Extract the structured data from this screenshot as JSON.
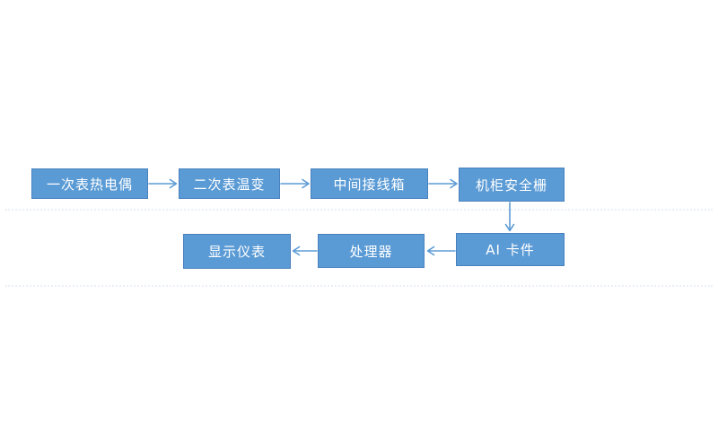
{
  "diagram": {
    "title": "instrument-signal-flowchart",
    "colors": {
      "background": "#ffffff",
      "box_fill": "#5b9bd5",
      "box_border": "#4981be",
      "box_text": "#ffffff",
      "arrow": "#5b9bd5"
    },
    "nodes": [
      {
        "id": "primary-thermocouple",
        "label": "一次表热电偶"
      },
      {
        "id": "secondary-temp-transmitter",
        "label": "二次表温变"
      },
      {
        "id": "intermediate-junction-box",
        "label": "中间接线箱"
      },
      {
        "id": "cabinet-safety-barrier",
        "label": "机柜安全栅"
      },
      {
        "id": "ai-card",
        "label": "AI 卡件"
      },
      {
        "id": "processor",
        "label": "处理器"
      },
      {
        "id": "display-instrument",
        "label": "显示仪表"
      }
    ],
    "edges": [
      {
        "from": "一次表热电偶",
        "to": "二次表温变",
        "direction": "right"
      },
      {
        "from": "二次表温变",
        "to": "中间接线箱",
        "direction": "right"
      },
      {
        "from": "中间接线箱",
        "to": "机柜安全栅",
        "direction": "right"
      },
      {
        "from": "机柜安全栅",
        "to": "AI 卡件",
        "direction": "down"
      },
      {
        "from": "AI 卡件",
        "to": "处理器",
        "direction": "left"
      },
      {
        "from": "处理器",
        "to": "显示仪表",
        "direction": "left"
      }
    ]
  }
}
